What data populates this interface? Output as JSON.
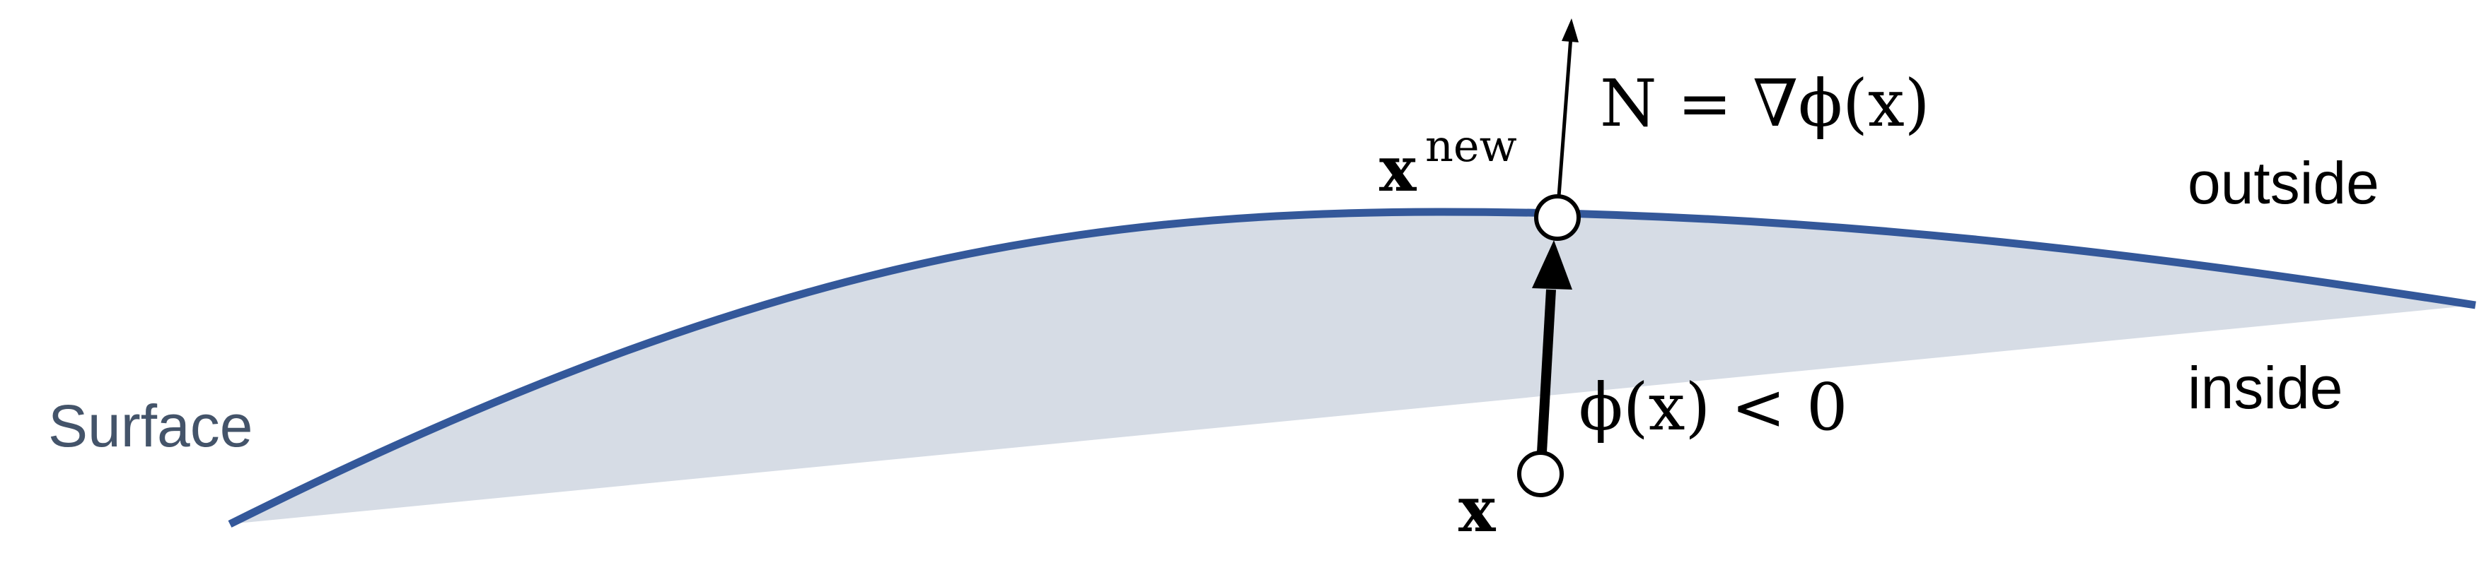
{
  "labels": {
    "surface": "Surface",
    "outside": "outside",
    "inside": "inside",
    "x_old": "x",
    "x_new_base": "x",
    "x_new_sup": "new",
    "normal_eq": "N = ∇ϕ(x)",
    "sdf_condition": "ϕ(x) < 0"
  },
  "colors": {
    "surface_curve": "#34589a",
    "surface_label": "#44546a",
    "inside_fill": "#d6dce5",
    "ink": "#000000",
    "background": "#ffffff"
  }
}
